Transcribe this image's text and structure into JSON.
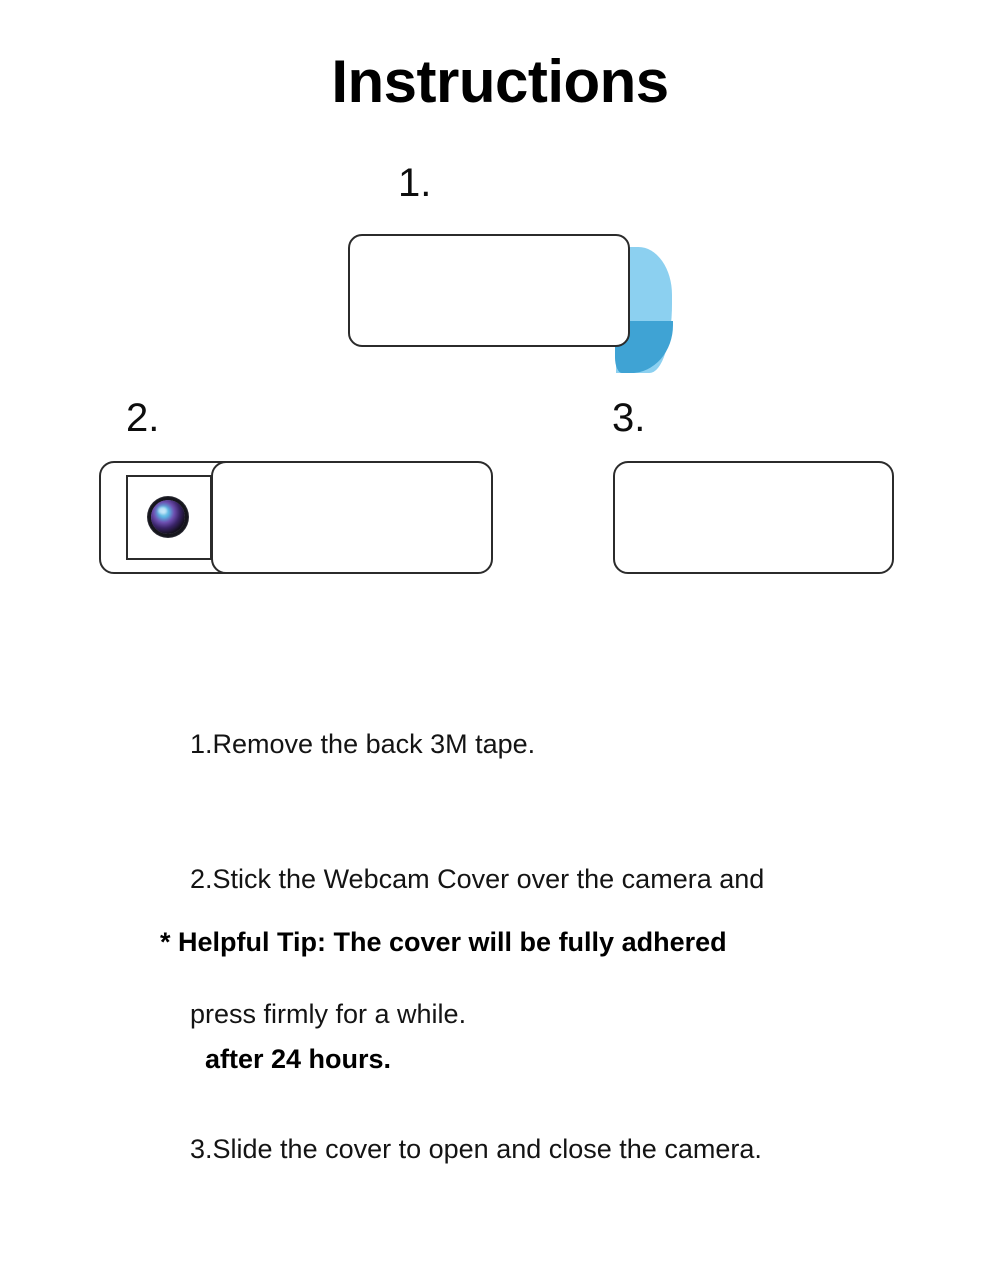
{
  "page": {
    "title": "Instructions",
    "background_color": "#ffffff",
    "text_color": "#141414"
  },
  "steps": [
    {
      "number": "1.",
      "name": "remove-tape",
      "figure": "webcam-cover-with-peeling-3m-tape",
      "colors": {
        "body_fill": "#ffffff",
        "body_stroke": "#2b2b2b",
        "tape_light": "#8CD0F0",
        "tape_dark": "#3FA3D4"
      }
    },
    {
      "number": "2.",
      "name": "stick-over-camera",
      "figure": "webcam-cover-slid-open-showing-camera-lens",
      "colors": {
        "body_fill": "#ffffff",
        "body_stroke": "#2b2b2b",
        "lens_iris": "#6d4fb0",
        "lens_highlight": "#5bb6e2",
        "lens_body": "#14101f"
      }
    },
    {
      "number": "3.",
      "name": "slide-to-close",
      "figure": "webcam-cover-closed",
      "colors": {
        "body_fill": "#ffffff",
        "body_stroke": "#2b2b2b"
      }
    }
  ],
  "instructions": [
    "1.Remove the back 3M tape.",
    "2.Stick the Webcam Cover over the camera and",
    "press firmly for a while.",
    "3.Slide the cover to open and close the camera."
  ],
  "helpful_tip": {
    "line1": "* Helpful Tip: The cover will be fully adhered",
    "line2": "after 24 hours."
  }
}
